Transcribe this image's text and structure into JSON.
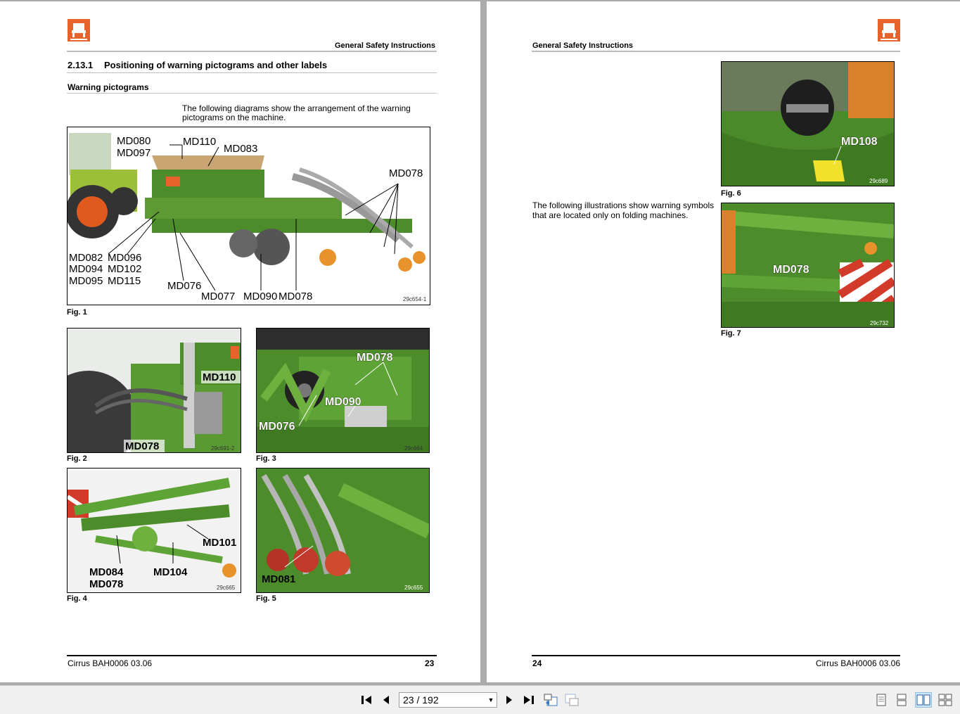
{
  "left_page": {
    "header": "General Safety Instructions",
    "section_number": "2.13.1",
    "section_title": "Positioning of warning pictograms and other labels",
    "subsection": "Warning pictograms",
    "intro_line1": "The following diagrams show the arrangement of the warning",
    "intro_line2": "pictograms on the machine.",
    "fig1": {
      "caption": "Fig. 1",
      "code": "29c654-1",
      "labels": [
        "MD080",
        "MD097",
        "MD110",
        "MD083",
        "MD078",
        "MD082",
        "MD096",
        "MD094",
        "MD102",
        "MD095",
        "MD115",
        "MD076",
        "MD077",
        "MD090",
        "MD078"
      ]
    },
    "fig2": {
      "caption": "Fig. 2",
      "code": "29c691-2",
      "labels": [
        "MD110",
        "MD078"
      ]
    },
    "fig3": {
      "caption": "Fig. 3",
      "code": "29c664",
      "labels": [
        "MD078",
        "MD090",
        "MD076"
      ]
    },
    "fig4": {
      "caption": "Fig. 4",
      "code": "29c665",
      "labels": [
        "MD101",
        "MD084",
        "MD104",
        "MD078"
      ]
    },
    "fig5": {
      "caption": "Fig. 5",
      "code": "29c655",
      "labels": [
        "MD081"
      ]
    },
    "footer_left": "Cirrus  BAH0006  03.06",
    "page_number": "23"
  },
  "right_page": {
    "header": "General Safety Instructions",
    "fig6": {
      "caption": "Fig. 6",
      "code": "29c689",
      "labels": [
        "MD108"
      ]
    },
    "text_line1": "The following illustrations show warning symbols",
    "text_line2": "that are located only on folding machines.",
    "fig7": {
      "caption": "Fig. 7",
      "code": "29c732",
      "labels": [
        "MD078"
      ]
    },
    "page_number": "24",
    "footer_right": "Cirrus  BAH0006  03.06"
  },
  "toolbar": {
    "page_display": "23 / 192",
    "icons": [
      "first-page-icon",
      "previous-page-icon",
      "next-page-icon",
      "last-page-icon",
      "previous-view-icon",
      "next-view-icon",
      "single-page-icon",
      "continuous-icon",
      "facing-pages-icon",
      "continuous-facing-icon"
    ]
  },
  "colors": {
    "brand_orange": "#e8622b",
    "machine_green": "#4d8c2a",
    "toolbar_bg": "#f0f0f0",
    "active_view": "#cde6f7"
  }
}
